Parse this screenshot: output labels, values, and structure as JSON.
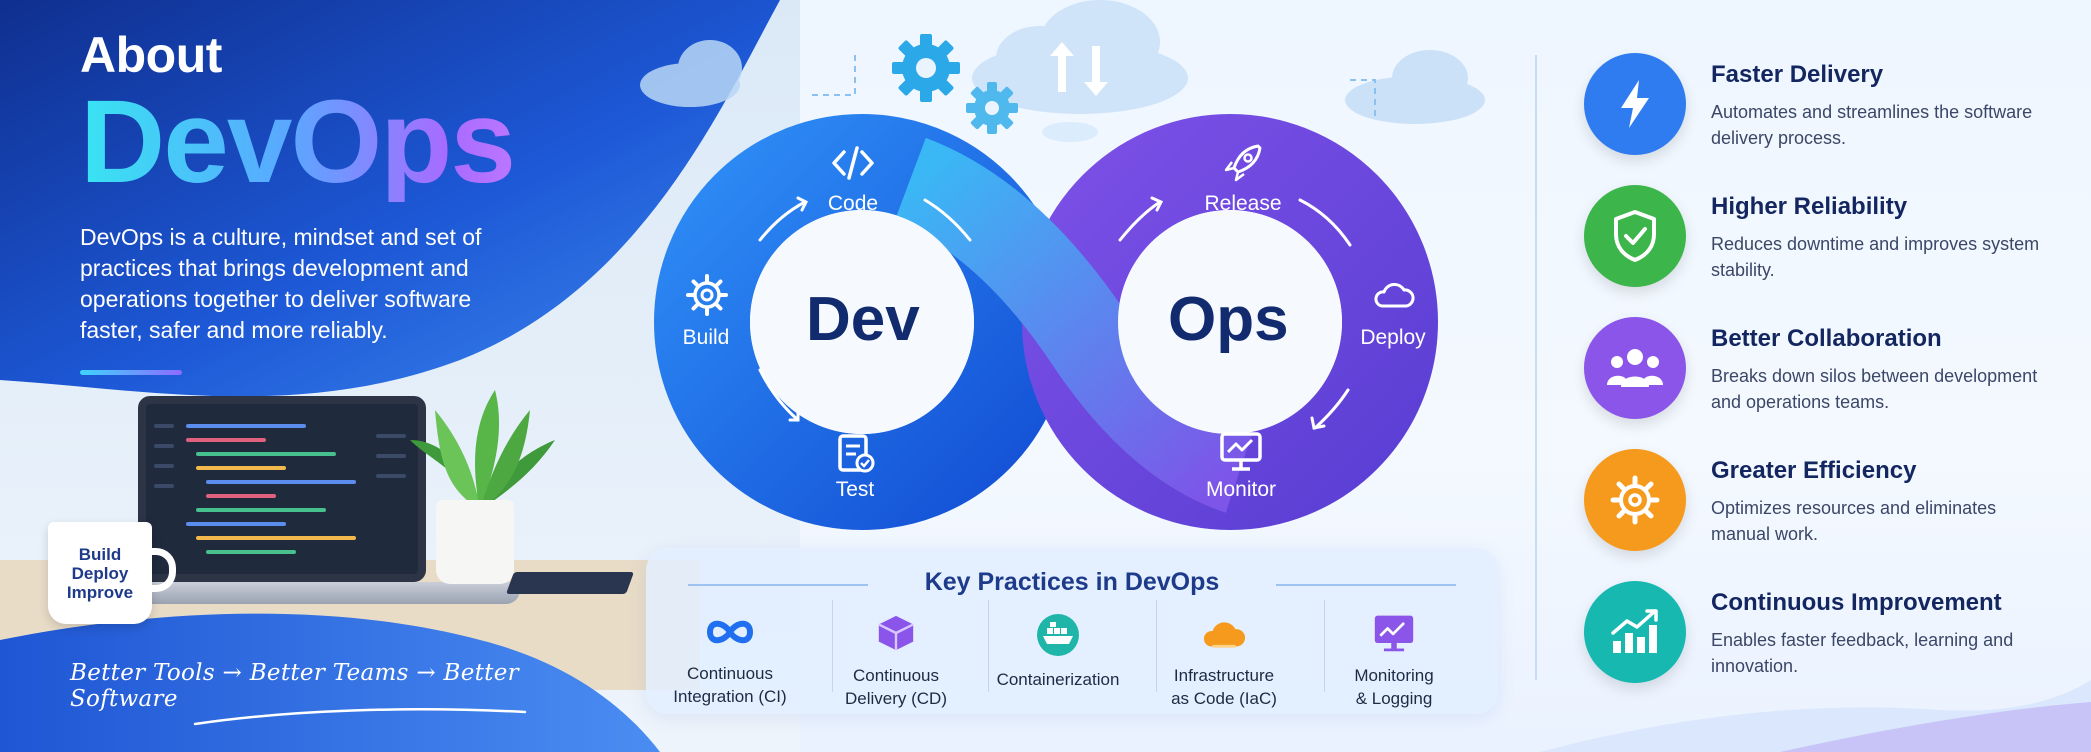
{
  "header": {
    "about": "About",
    "title": "DevOps",
    "description": "DevOps is a culture, mindset and set of practices that brings development and operations together to deliver software faster, safer and more reliably."
  },
  "desk": {
    "mug_lines": [
      "Build",
      "Deploy",
      "Improve"
    ],
    "tagline": "Better Tools → Better Teams → Better Software"
  },
  "loop": {
    "dev_word": "Dev",
    "ops_word": "Ops",
    "stages": {
      "code": "Code",
      "build": "Build",
      "test": "Test",
      "release": "Release",
      "deploy": "Deploy",
      "monitor": "Monitor"
    }
  },
  "practices": {
    "title": "Key Practices in DevOps",
    "items": [
      {
        "label": "Continuous\nIntegration (CI)",
        "icon": "infinity-icon"
      },
      {
        "label": "Continuous\nDelivery (CD)",
        "icon": "package-icon"
      },
      {
        "label": "Containerization",
        "icon": "container-ship-icon"
      },
      {
        "label": "Infrastructure\nas Code (IaC)",
        "icon": "cloud-icon"
      },
      {
        "label": "Monitoring\n& Logging",
        "icon": "monitor-chart-icon"
      }
    ]
  },
  "benefits": [
    {
      "title": "Faster Delivery",
      "desc": "Automates and streamlines the software delivery process.",
      "color": "#2f7bf0",
      "icon": "lightning-icon"
    },
    {
      "title": "Higher Reliability",
      "desc": "Reduces downtime and improves system stability.",
      "color": "#3cb54a",
      "icon": "shield-check-icon"
    },
    {
      "title": "Better Collaboration",
      "desc": "Breaks down silos between development and operations teams.",
      "color": "#8a55e8",
      "icon": "team-icon"
    },
    {
      "title": "Greater Efficiency",
      "desc": "Optimizes resources and eliminates manual work.",
      "color": "#f59a1c",
      "icon": "gear-icon"
    },
    {
      "title": "Continuous Improvement",
      "desc": "Enables faster feedback, learning and innovation.",
      "color": "#17b8b0",
      "icon": "growth-chart-icon"
    }
  ],
  "colors": {
    "dev_blue": "#1f6ff0",
    "ops_purple": "#7c4fe0",
    "navy": "#13265f"
  }
}
